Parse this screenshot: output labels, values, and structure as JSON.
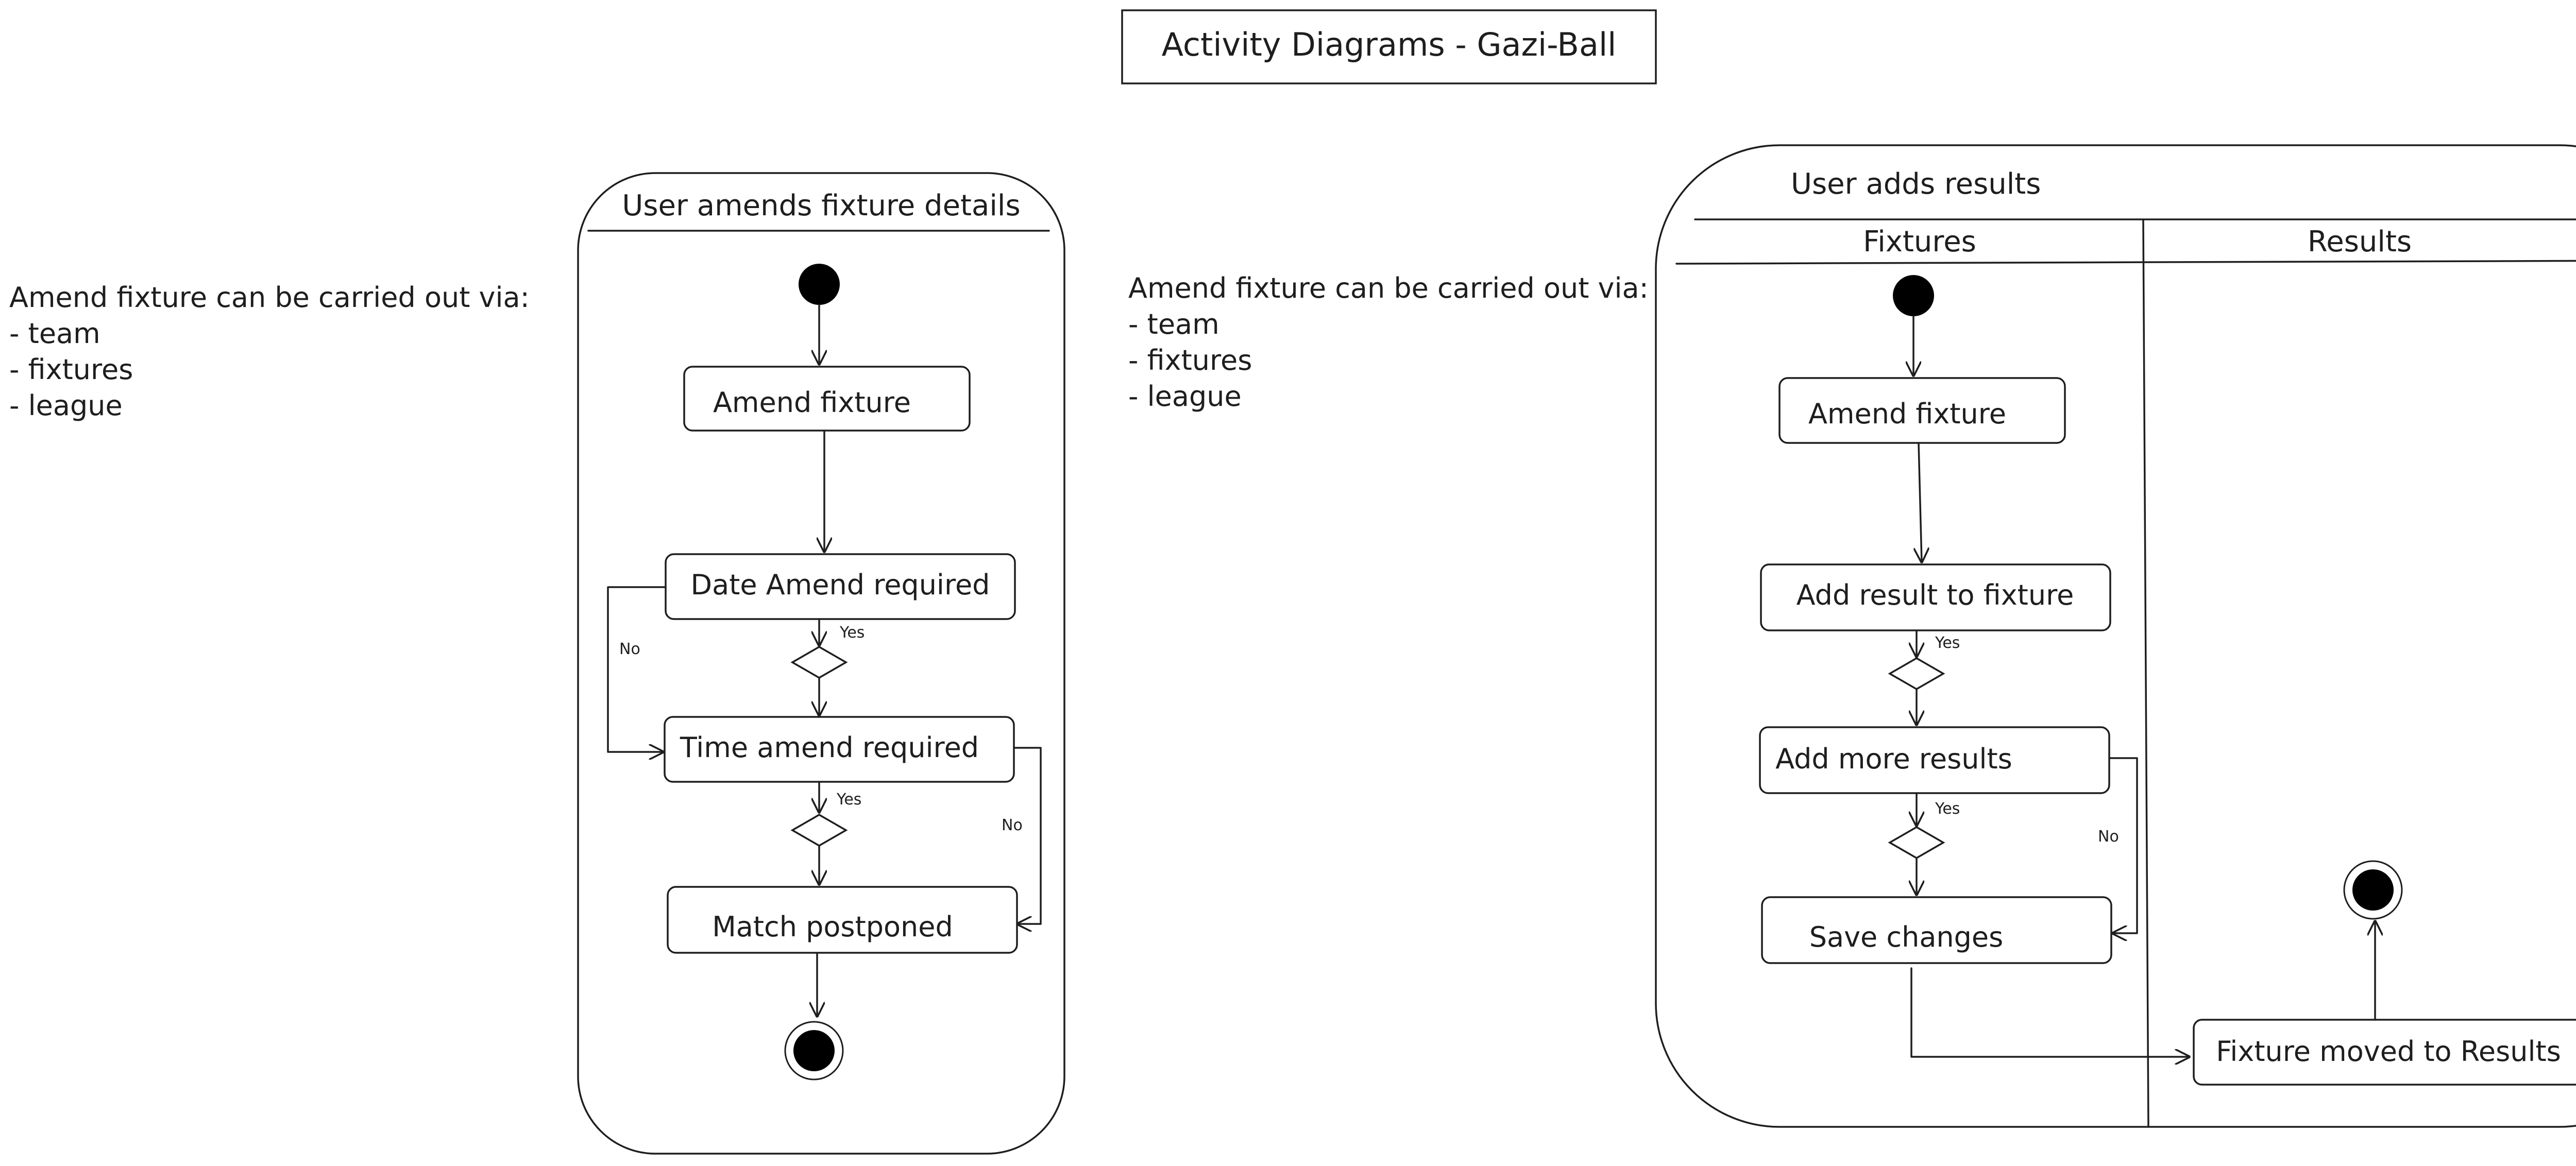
{
  "title": "Activity Diagrams - Gazi-Ball",
  "notes": {
    "left": {
      "line1": "Amend fixture can be carried out via:",
      "line2": "- team",
      "line3": "- fixtures",
      "line4": "- league"
    },
    "middle": {
      "line1": "Amend fixture can be carried out via:",
      "line2": "- team",
      "line3": "- fixtures",
      "line4": "- league"
    }
  },
  "diagram1": {
    "title": "User amends fixture details",
    "amend_fixture": "Amend fixture",
    "date_amend": "Date Amend required",
    "time_amend": "Time amend required",
    "match_postponed": "Match postponed",
    "yes1": "Yes",
    "no1": "No",
    "yes2": "Yes",
    "no2": "No"
  },
  "diagram2": {
    "title": "User adds results",
    "lane_fixtures": "Fixtures",
    "lane_results": "Results",
    "amend_fixture": "Amend fixture",
    "add_result": "Add result to fixture",
    "add_more": "Add more results",
    "save_changes": "Save changes",
    "fixture_moved": "Fixture moved to Results",
    "yes1": "Yes",
    "yes2": "Yes",
    "no1": "No"
  }
}
